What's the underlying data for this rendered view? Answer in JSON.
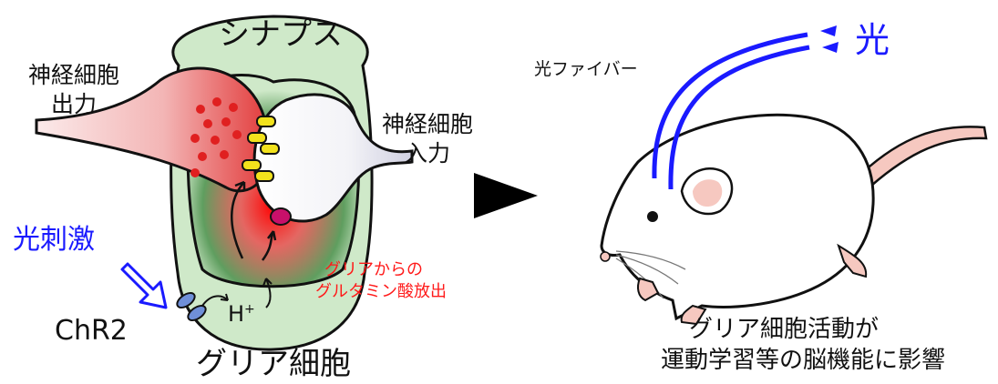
{
  "labels": {
    "synapse": "シナプス",
    "neuron_output_line1": "神経細胞",
    "neuron_output_line2": "出力",
    "neuron_input_line1": "神経細胞",
    "neuron_input_line2": "入力",
    "light_stimulation": "光刺激",
    "chr2": "ChR2",
    "proton": "H",
    "proton_charge": "+",
    "glutamate_release_line1": "グリアからの",
    "glutamate_release_line2": "グルタミン酸放出",
    "glial_cell": "グリア細胞",
    "optical_fiber": "光ファイバー",
    "light": "光",
    "result_line1": "グリア細胞活動が",
    "result_line2": "運動学習等の脳機能に影響"
  },
  "colors": {
    "accent_blue": "#1a1aff",
    "accent_red": "#ff1a1a",
    "glia_green": "#cfe9c9",
    "receptor_yellow": "#f2e21c",
    "vesicle_red": "#e02020",
    "release_magenta": "#c8106a",
    "mouse_pink": "#f6c8c0"
  },
  "icons": [
    "arrow-right-icon",
    "hollow-arrow-icon",
    "chr2-channel-icon",
    "light-rays-icon"
  ]
}
